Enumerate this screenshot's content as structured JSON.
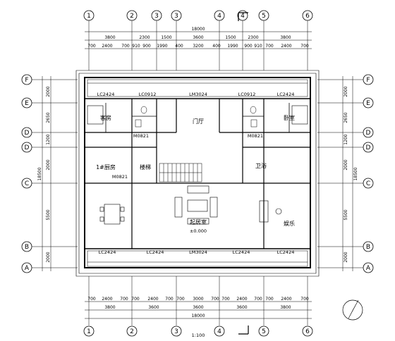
{
  "plan": {
    "axes_top": [
      "1",
      "2",
      "3",
      "4",
      "5",
      "6"
    ],
    "axes_bottom": [
      "1",
      "2",
      "3",
      "4",
      "5",
      "6"
    ],
    "axes_left": [
      "F",
      "E",
      "D",
      "D",
      "C",
      "B",
      "A"
    ],
    "axes_right": [
      "F",
      "E",
      "D",
      "D",
      "C",
      "B",
      "A"
    ],
    "overall_width_top": "18000",
    "overall_width_bottom": "18000",
    "top_dims_row1": [
      "3800",
      "2300",
      "1500",
      "3600",
      "1500",
      "2300",
      "3800"
    ],
    "top_dims_row2": [
      "700",
      "2400",
      "700",
      "910",
      "900",
      "1990",
      "400",
      "3200",
      "400",
      "1990",
      "900",
      "910",
      "700",
      "2400",
      "700"
    ],
    "bottom_dims_row1": [
      "700",
      "2400",
      "700",
      "700",
      "2400",
      "700",
      "700",
      "3000",
      "700",
      "700",
      "2400",
      "700",
      "700",
      "2400",
      "700"
    ],
    "bottom_dims_row2": [
      "3800",
      "3600",
      "3600",
      "3600",
      "3800"
    ],
    "left_dims_outer": "18500",
    "left_dims": [
      "2000",
      "2650",
      "1200",
      "2000",
      "5500",
      "2000"
    ],
    "right_dims_outer": "18500",
    "right_dims": [
      "2000",
      "2650",
      "1200",
      "2000",
      "5500",
      "2000"
    ],
    "window_labels_top": [
      "LC2424",
      "LC0912",
      "LM3024",
      "LC0912",
      "LC2424"
    ],
    "window_labels_bottom": [
      "LC2424",
      "LC2424",
      "LM3024",
      "LC2424",
      "LC2424"
    ],
    "door_labels": [
      "M0821",
      "M0821",
      "M0821"
    ],
    "rooms": {
      "bedroom_left": "客房",
      "bedroom_right": "卧室",
      "lobby": "门厅",
      "dining": "1#厨房",
      "stair": "楼梯",
      "bath": "卫浴",
      "living": "起居室",
      "living_level": "±0.000",
      "entertain": "娱乐"
    },
    "title": "首层平面图",
    "scale_note": "1:100"
  }
}
